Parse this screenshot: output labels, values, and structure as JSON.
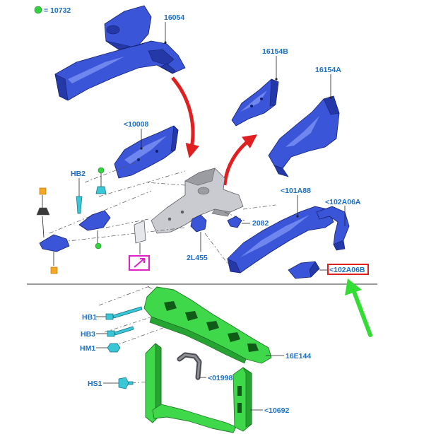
{
  "legend": {
    "marker_color": "#32d33f",
    "label": "= 10732"
  },
  "callouts": {
    "p16054": "16054",
    "p16154B": "16154B",
    "p16154A": "16154A",
    "p10008": "<10008",
    "pHB2": "HB2",
    "p101A88": "<101A88",
    "p102A06A": "<102A06A",
    "p2082": "2082",
    "p2L455": "2L455",
    "p102A06B": "<102A06B",
    "pHB1": "HB1",
    "pHB3": "HB3",
    "pHM1": "HM1",
    "pHS1": "HS1",
    "p16E144": "16E144",
    "p01998": "<01998",
    "p10692": "<10692"
  },
  "colors": {
    "callout_text": "#1a6fc4",
    "body_panel": "#3a55d8",
    "radiator_support": "#3fd84a",
    "frame_rail": "#c9cbd0",
    "flow_arrow": "#e02020",
    "highlight_box": "#e02020",
    "pointer_arrow": "#33dd33",
    "symbol_box": "#e020c8",
    "fastener": "#39c7d8",
    "clip": "#f5a623"
  },
  "icons": {
    "new_part_symbol": "arrow-up-right-icon",
    "pointer": "green-arrow-icon",
    "flow": "red-curved-arrow-icon"
  }
}
